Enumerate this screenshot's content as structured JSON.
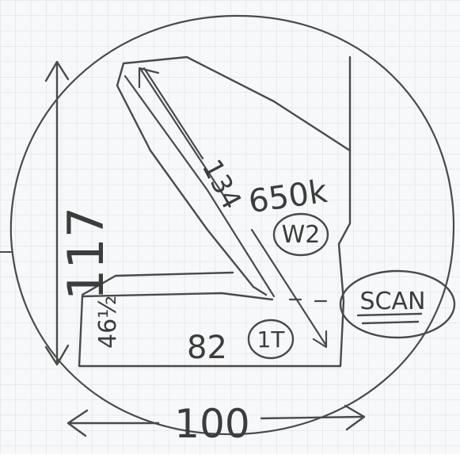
{
  "labels": {
    "height": "117",
    "width": "100",
    "diagonal": "134",
    "upper_box_spec": "650k",
    "upper_box_tag": "W2",
    "base_spec": "82",
    "base_tag": "1T",
    "base_fraction": "46½",
    "side_tag": "SCAN"
  },
  "colors": {
    "paper": "#f7f8f9",
    "grid": "#d9dde3",
    "pencil": "#4a4a4a"
  }
}
